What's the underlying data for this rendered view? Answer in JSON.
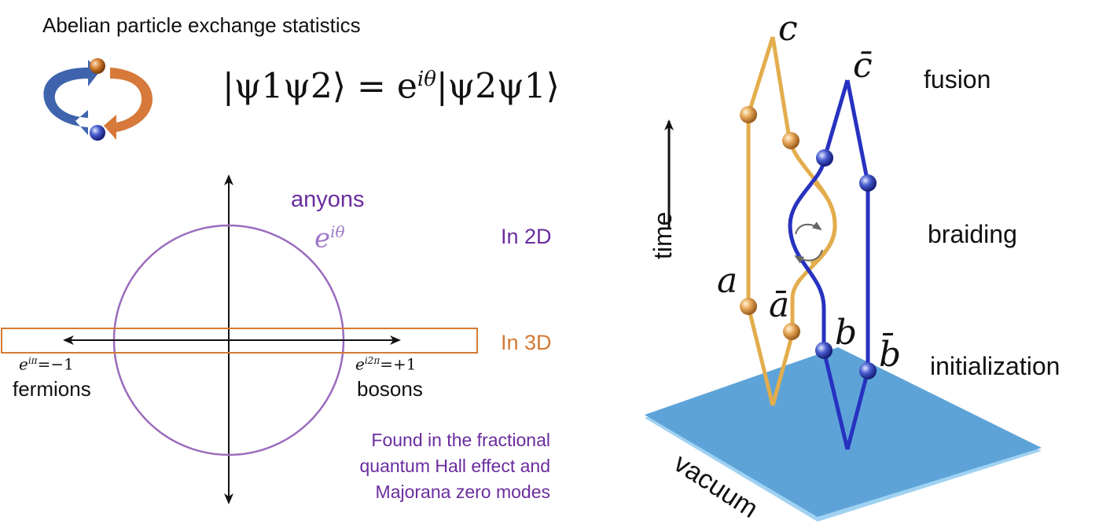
{
  "left_panel": {
    "title": "Abelian particle exchange statistics",
    "equation": {
      "lhs": "|ψ1ψ2⟩ = e",
      "exp": "iθ",
      "rhs": "|ψ2ψ1⟩"
    },
    "anyons_label": "anyons",
    "phase_label": {
      "base": "e",
      "exp": "iθ"
    },
    "in2d": "In 2D",
    "in3d": "In 3D",
    "fermion_phase": {
      "base": "e",
      "exp": "iπ",
      "rest": "=−1"
    },
    "boson_phase": {
      "base": "e",
      "exp": "i2π",
      "rest": "=+1"
    },
    "fermions": "fermions",
    "bosons": "bosons",
    "note_lines": [
      "Found in the fractional",
      "quantum Hall effect and",
      "Majorana zero modes"
    ]
  },
  "right_panel": {
    "stage_labels": {
      "fusion": "fusion",
      "braiding": "braiding",
      "initialization": "initialization"
    },
    "time_label": "time",
    "strand_labels": {
      "c": "c",
      "c_bar": "c̄",
      "a": "a",
      "a_bar": "ā",
      "b": "b",
      "b_bar": "b̄"
    },
    "vacuum_label": "vacuum"
  },
  "colors": {
    "purple": "#6a2c9e",
    "light_purple": "#a07ac8",
    "orange": "#d47a35",
    "gold_strand": "#e3ad4d",
    "blue_strand": "#2732c0",
    "vacuum_top": "#5ea3d8",
    "arrow_blue": "#3f64ad",
    "arrow_orange": "#d6793a"
  }
}
